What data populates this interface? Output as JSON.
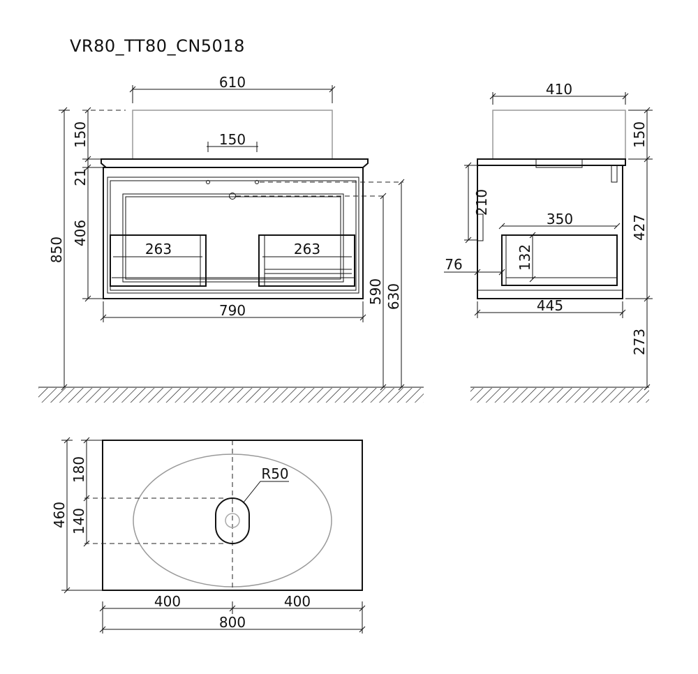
{
  "title": "VR80_TT80_CN5018",
  "front": {
    "basin_width": "610",
    "tap_spacing": "150",
    "basin_height": "150",
    "countertop": "21",
    "cabinet_height": "406",
    "total_height": "850",
    "drawer_left": "263",
    "drawer_right": "263",
    "cabinet_width": "790",
    "drain_height": "590",
    "top_height": "630"
  },
  "side": {
    "basin_depth": "410",
    "basin_height": "150",
    "upper_height": "210",
    "inner_depth": "350",
    "drawer_height": "132",
    "offset": "76",
    "cabinet_depth": "445",
    "cabinet_height": "427",
    "floor_gap": "273"
  },
  "plan": {
    "radius": "R50",
    "depth_front": "180",
    "slot": "140",
    "total_depth": "460",
    "half_left": "400",
    "half_right": "400",
    "total_width": "800"
  }
}
